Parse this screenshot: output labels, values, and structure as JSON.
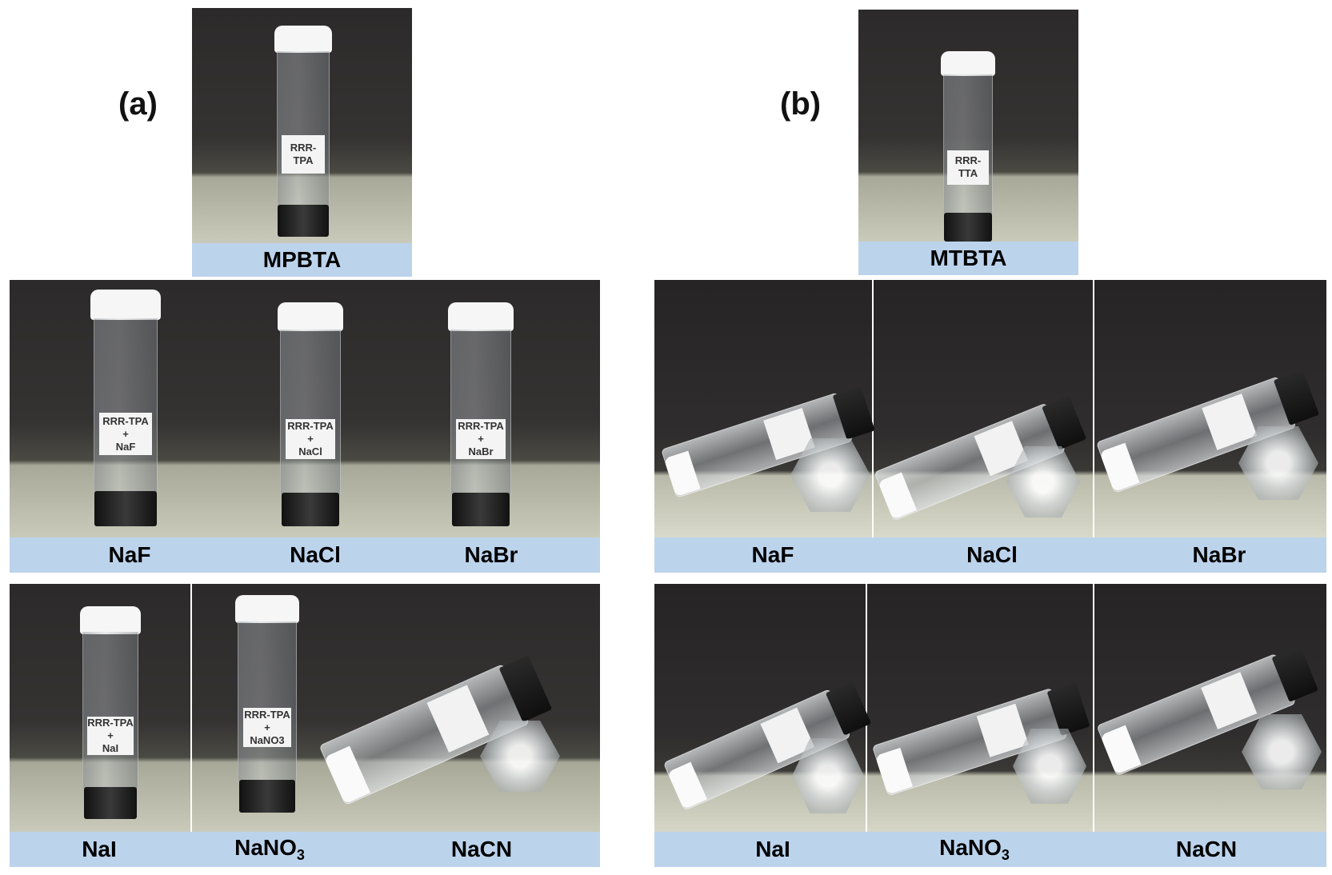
{
  "panel_a": {
    "letter": "(a)",
    "top_caption": "MPBTA",
    "top_vial_label": "RRR-TPA",
    "row1_captions": [
      "NaF",
      "NaCl",
      "NaBr"
    ],
    "row1_vial_labels": [
      {
        "line1": "RRR-TPA",
        "line2": "+",
        "line3": "NaF"
      },
      {
        "line1": "RRR-TPA",
        "line2": "+",
        "line3": "NaCl"
      },
      {
        "line1": "RRR-TPA",
        "line2": "+",
        "line3": "NaBr"
      }
    ],
    "row2_captions": {
      "c1": "NaI",
      "c2_base": "NaNO",
      "c2_sub": "3",
      "c3": "NaCN"
    },
    "row2_vial_labels": [
      {
        "line1": "RRR-TPA",
        "line2": "+",
        "line3": "NaI"
      },
      {
        "line1": "RRR-TPA",
        "line2": "+",
        "line3": "NaNO3"
      }
    ]
  },
  "panel_b": {
    "letter": "(b)",
    "top_caption": "MTBTA",
    "top_vial_label": "RRR-TTA",
    "row1_captions": [
      "NaF",
      "NaCl",
      "NaBr"
    ],
    "row2_captions": {
      "c1": "NaI",
      "c2_base": "NaNO",
      "c2_sub": "3",
      "c3": "NaCN"
    }
  },
  "colors": {
    "caption_band": "#bcd3ec",
    "vial_cap_black": "#111111",
    "background_dark": "#2c2a2a"
  }
}
